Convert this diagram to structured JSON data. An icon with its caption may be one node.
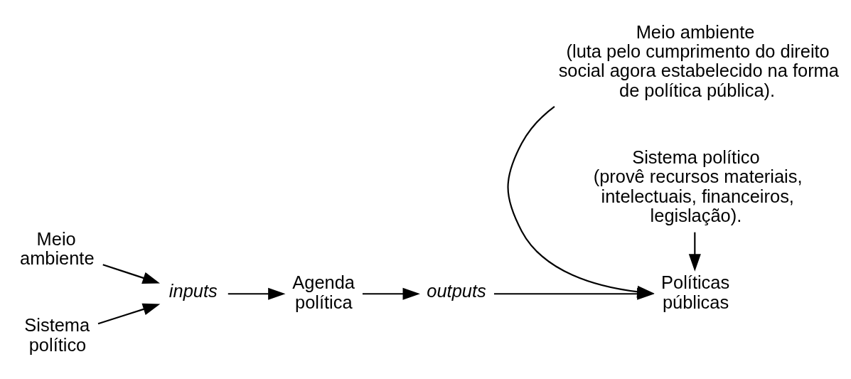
{
  "diagram": {
    "nodes": [
      {
        "text": [
          "Meio ambiente"
        ]
      },
      {
        "text": [
          "Sistema político"
        ]
      },
      {
        "text": [
          "inputs"
        ]
      },
      {
        "text": [
          "Agenda política"
        ]
      },
      {
        "text": [
          "outputs"
        ]
      },
      {
        "text": [
          "Políticas públicas"
        ]
      },
      {
        "text": [
          "Meio ambiente",
          "(luta pelo cumprimento do direito social agora estabelecido na forma de política pública)."
        ]
      },
      {
        "text": [
          "Sistema político",
          "(provê recursos materiais, intelectuais, financeiros, legislação)."
        ]
      }
    ],
    "edges": [
      {
        "from": 0,
        "to": 2,
        "arrow": "to"
      },
      {
        "from": 1,
        "to": 2,
        "arrow": "to"
      },
      {
        "from": 2,
        "to": 3,
        "arrow": "to"
      },
      {
        "from": 3,
        "to": 4,
        "arrow": "to"
      },
      {
        "from": 4,
        "to": 5,
        "arrow": "to"
      },
      {
        "from": 6,
        "to": 5,
        "arrow": "to"
      },
      {
        "from": 7,
        "to": 5,
        "arrow": "to"
      }
    ]
  }
}
